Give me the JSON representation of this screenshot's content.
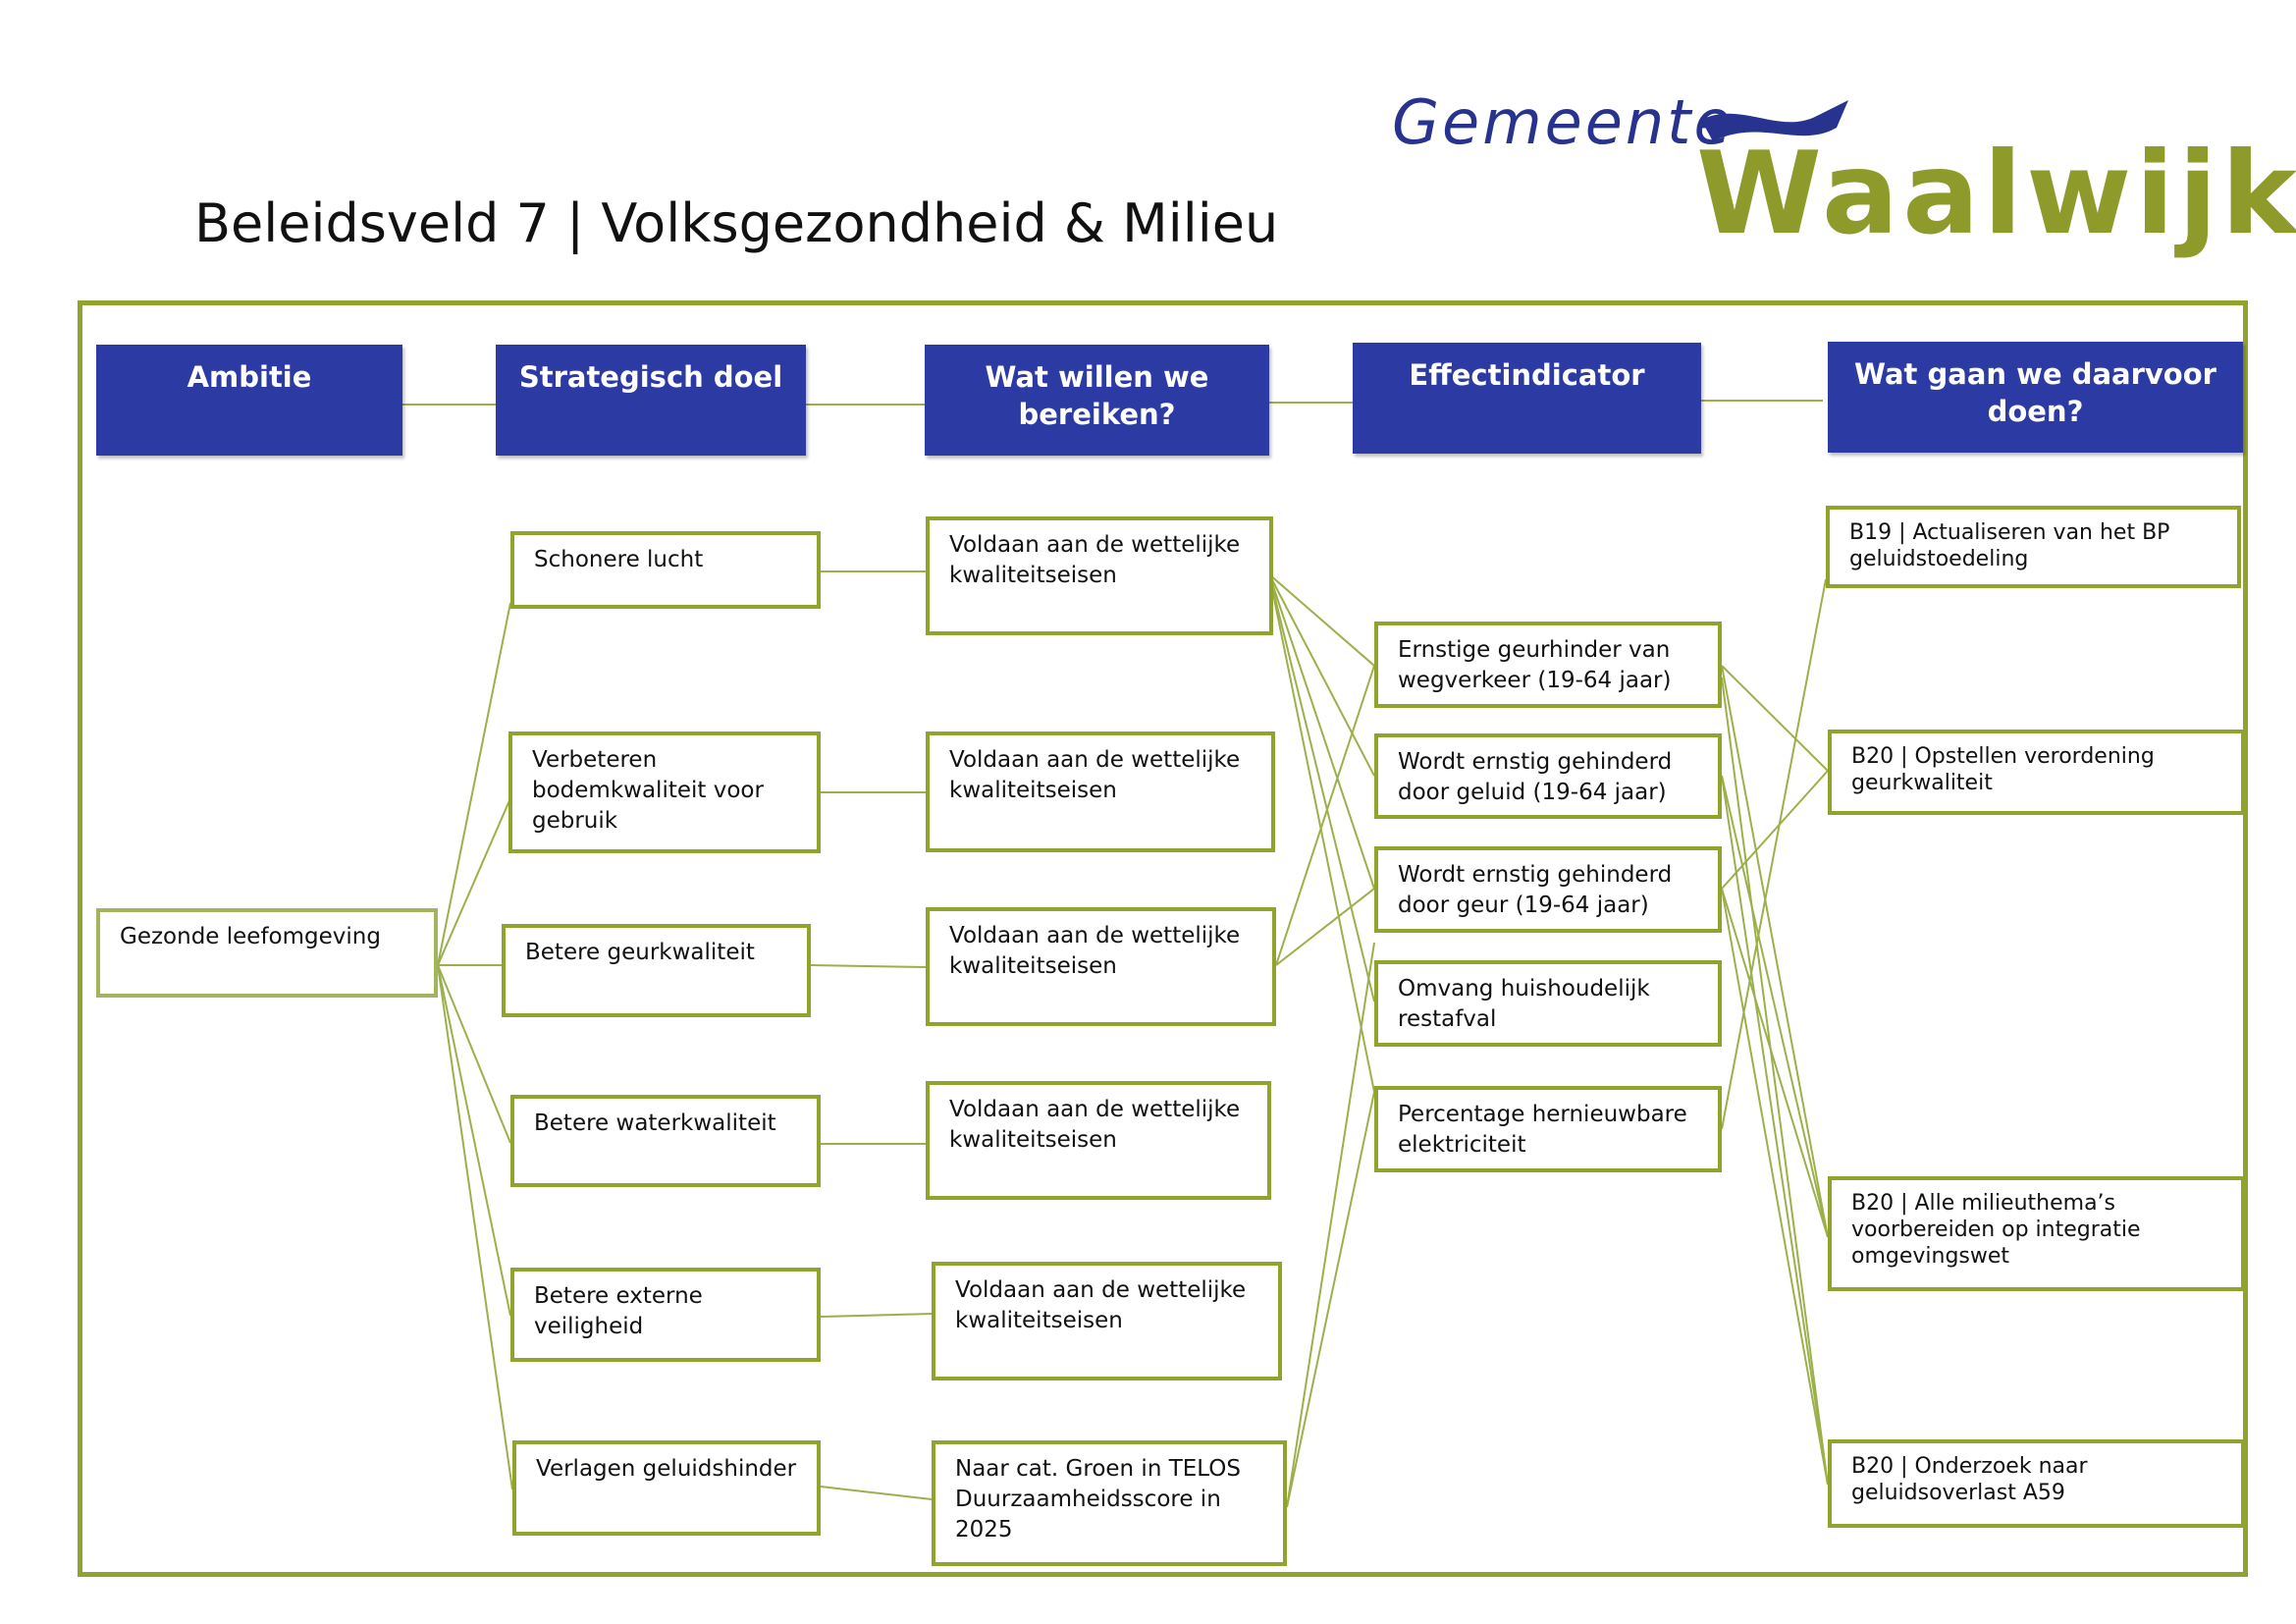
{
  "page_title": "Beleidsveld 7 | Volksgezondheid & Milieu",
  "logo": {
    "word1": "Gemeente",
    "word2": "Waalwijk",
    "colors": {
      "blue": "#27338f",
      "green": "#8e9a2a"
    }
  },
  "colors": {
    "header_bg": "#2c3ba3",
    "node_border": "#92a32c",
    "connector": "#9bb04a"
  },
  "headers": {
    "ambitie": "Ambitie",
    "strategisch_doel": "Strategisch doel",
    "wat_willen": "Wat willen we bereiken?",
    "effectindicator": "Effectindicator",
    "wat_gaan": "Wat gaan we daarvoor doen?"
  },
  "ambitie": "Gezonde leefomgeving",
  "doelen": [
    "Schonere lucht",
    "Verbeteren bodemkwaliteit voor gebruik",
    "Betere geurkwaliteit",
    "Betere waterkwaliteit",
    "Betere externe veiligheid",
    "Verlagen geluidshinder"
  ],
  "bereiken": [
    "Voldaan aan de wettelijke kwaliteitseisen",
    "Voldaan aan de wettelijke kwaliteitseisen",
    "Voldaan aan de wettelijke kwaliteitseisen",
    "Voldaan aan de wettelijke kwaliteitseisen",
    "Voldaan aan de wettelijke kwaliteitseisen",
    "Naar cat. Groen in TELOS Duurzaamheidsscore in 2025"
  ],
  "indicatoren": [
    "Ernstige geurhinder van wegverkeer (19-64 jaar)",
    "Wordt ernstig gehinderd door geluid (19-64 jaar)",
    "Wordt ernstig gehinderd door geur (19-64 jaar)",
    "Omvang huishoudelijk restafval",
    "Percentage hernieuwbare elektriciteit"
  ],
  "acties": [
    "B19 | Actualiseren van het BP geluidstoedeling",
    "B20 | Opstellen verordening geurkwaliteit",
    "B20 | Alle milieuthema’s voorbereiden op integratie omgevingswet",
    "B20 | Onderzoek naar geluidsoverlast A59"
  ]
}
